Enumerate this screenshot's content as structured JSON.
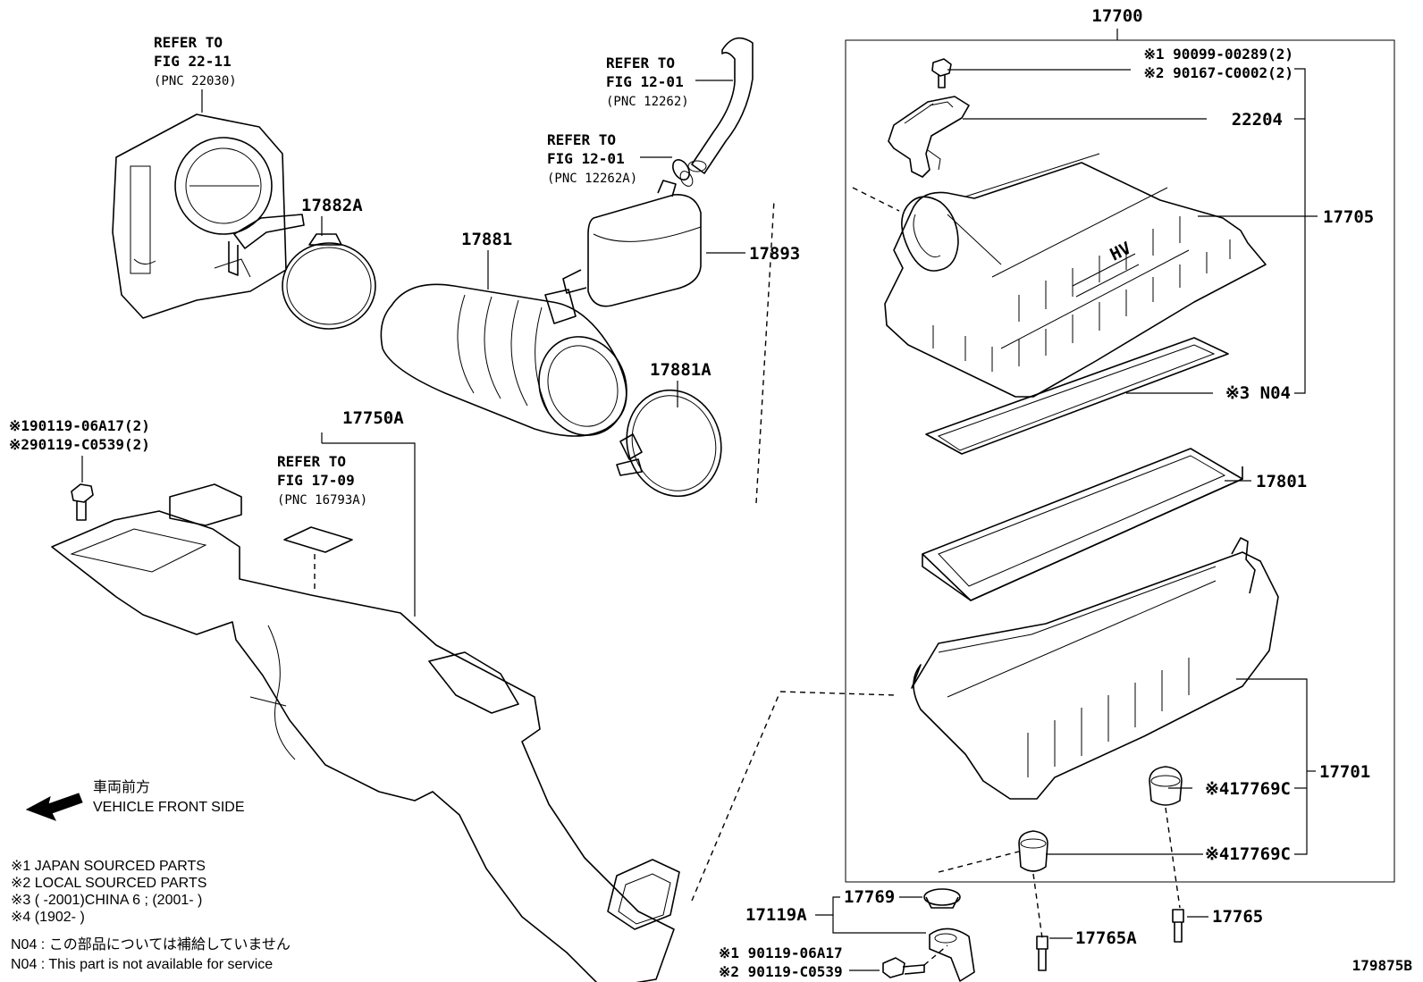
{
  "labels": {
    "assembly_17700": "17700",
    "bolt_90099_row": "※1 90099-00289(2)",
    "bolt_90167_row": "※2 90167-C0002(2)",
    "sensor_22204": "22204",
    "cap_17705": "17705",
    "element_n04": "※3 N04",
    "element_17801": "17801",
    "case_17701": "17701",
    "mount_17769c_upper": "※417769C",
    "mount_17769c_lower": "※417769C",
    "grommet_17769": "17769",
    "bracket_17119a": "17119A",
    "bolt_90119_06a17": "※1 90119-06A17",
    "bolt_90119_c0539": "※2 90119-C0539",
    "stud_17765a": "17765A",
    "stud_17765": "17765",
    "clamp_17882a": "17882A",
    "hose_17881": "17881",
    "resonator_17893": "17893",
    "clamp_17881a": "17881A",
    "duct_17750a": "17750A",
    "bolt_left_06a17": "※190119-06A17(2)",
    "bolt_left_c0539": "※290119-C0539(2)",
    "figure_number": "179875B"
  },
  "refs": {
    "throttle": [
      "REFER TO",
      "FIG 22-11",
      "(PNC 22030)"
    ],
    "hose_upper": [
      "REFER TO",
      "FIG 12-01",
      "(PNC 12262)"
    ],
    "hose_lower": [
      "REFER TO",
      "FIG 12-01",
      "(PNC 12262A)"
    ],
    "intake": [
      "REFER TO",
      "FIG 17-09",
      "(PNC 16793A)"
    ]
  },
  "front": {
    "jp": "車両前方",
    "en": "VEHICLE FRONT SIDE"
  },
  "legend": [
    "※1  JAPAN SOURCED PARTS",
    "※2  LOCAL SOURCED PARTS",
    "※3 (        -2001)CHINA 6 ; (2001-        )",
    "※4 (1902-        )"
  ],
  "n04_notes": [
    "N04 : この部品については補給していません",
    "N04 : This part is not available for service"
  ],
  "cap_marking": "HV"
}
